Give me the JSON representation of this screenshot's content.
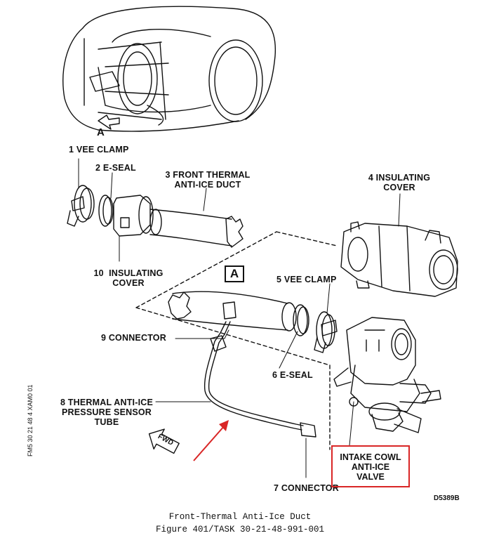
{
  "labels": {
    "vee_clamp_1": "1 VEE CLAMP",
    "e_seal_2": "2 E-SEAL",
    "duct_3": [
      "3 FRONT THERMAL",
      "ANTI-ICE DUCT"
    ],
    "cover_4": [
      "4 INSULATING",
      "COVER"
    ],
    "vee_clamp_5": "5 VEE CLAMP",
    "e_seal_6": "6 E-SEAL",
    "connector_7": "7 CONNECTOR",
    "tube_8": [
      "8 THERMAL ANTI-ICE",
      "PRESSURE SENSOR",
      "TUBE"
    ],
    "connector_9": "9 CONNECTOR",
    "cover_10": [
      "10  INSULATING",
      "COVER"
    ],
    "view_a_arrow": "A",
    "view_a_box": "A",
    "fwd": "FWD",
    "intake_valve": [
      "INTAKE COWL",
      "ANTI-ICE",
      "VALVE"
    ]
  },
  "highlight_color": "#d92626",
  "drawing_ref": "D5389B",
  "side_code": "FM5 30 21 48 4 XAM0 01",
  "caption": {
    "line1": "Front-Thermal Anti-Ice Duct",
    "line2": "Figure 401/TASK 30-21-48-991-001"
  }
}
